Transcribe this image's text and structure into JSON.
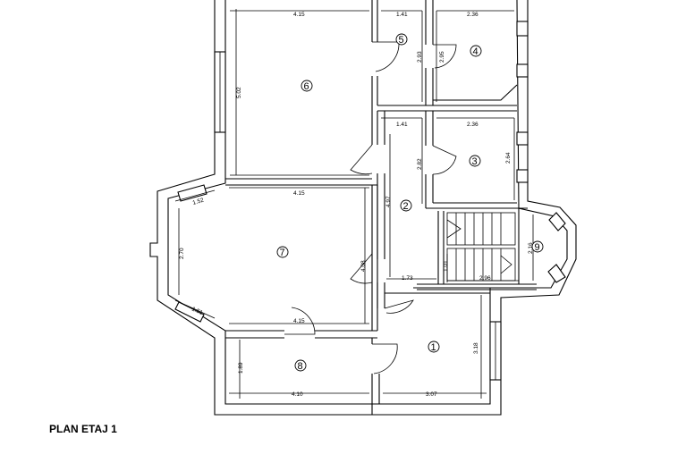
{
  "title": "PLAN ETAJ 1",
  "rooms": [
    {
      "number": "1"
    },
    {
      "number": "2"
    },
    {
      "number": "3"
    },
    {
      "number": "4"
    },
    {
      "number": "5"
    },
    {
      "number": "6"
    },
    {
      "number": "7"
    },
    {
      "number": "8"
    },
    {
      "number": "9"
    }
  ],
  "dimensions": {
    "r6_width": "4.15",
    "r6_height": "5.02",
    "r5_width": "1.41",
    "r5_height": "2.93",
    "r4_width": "2.36",
    "r4_height": "2.95",
    "r2_top_width": "1.41",
    "r2_height": "2.82",
    "r3_width": "2.36",
    "r3_height": "2.64",
    "r2_length": "4.97",
    "r7_top": "4.15",
    "r7_bottom": "4.15",
    "r7_left": "2.70",
    "r7_diag_top": "1.52",
    "r7_diag_bottom": "1.51",
    "r7_right": "4.08",
    "hall_width": "1.73",
    "stair_small": "1.01",
    "stair_width": "2.96",
    "r9_height": "2.16",
    "r8_width": "4.10",
    "r8_height": "1.89",
    "r1_width": "3.07",
    "r1_height": "3.18"
  }
}
